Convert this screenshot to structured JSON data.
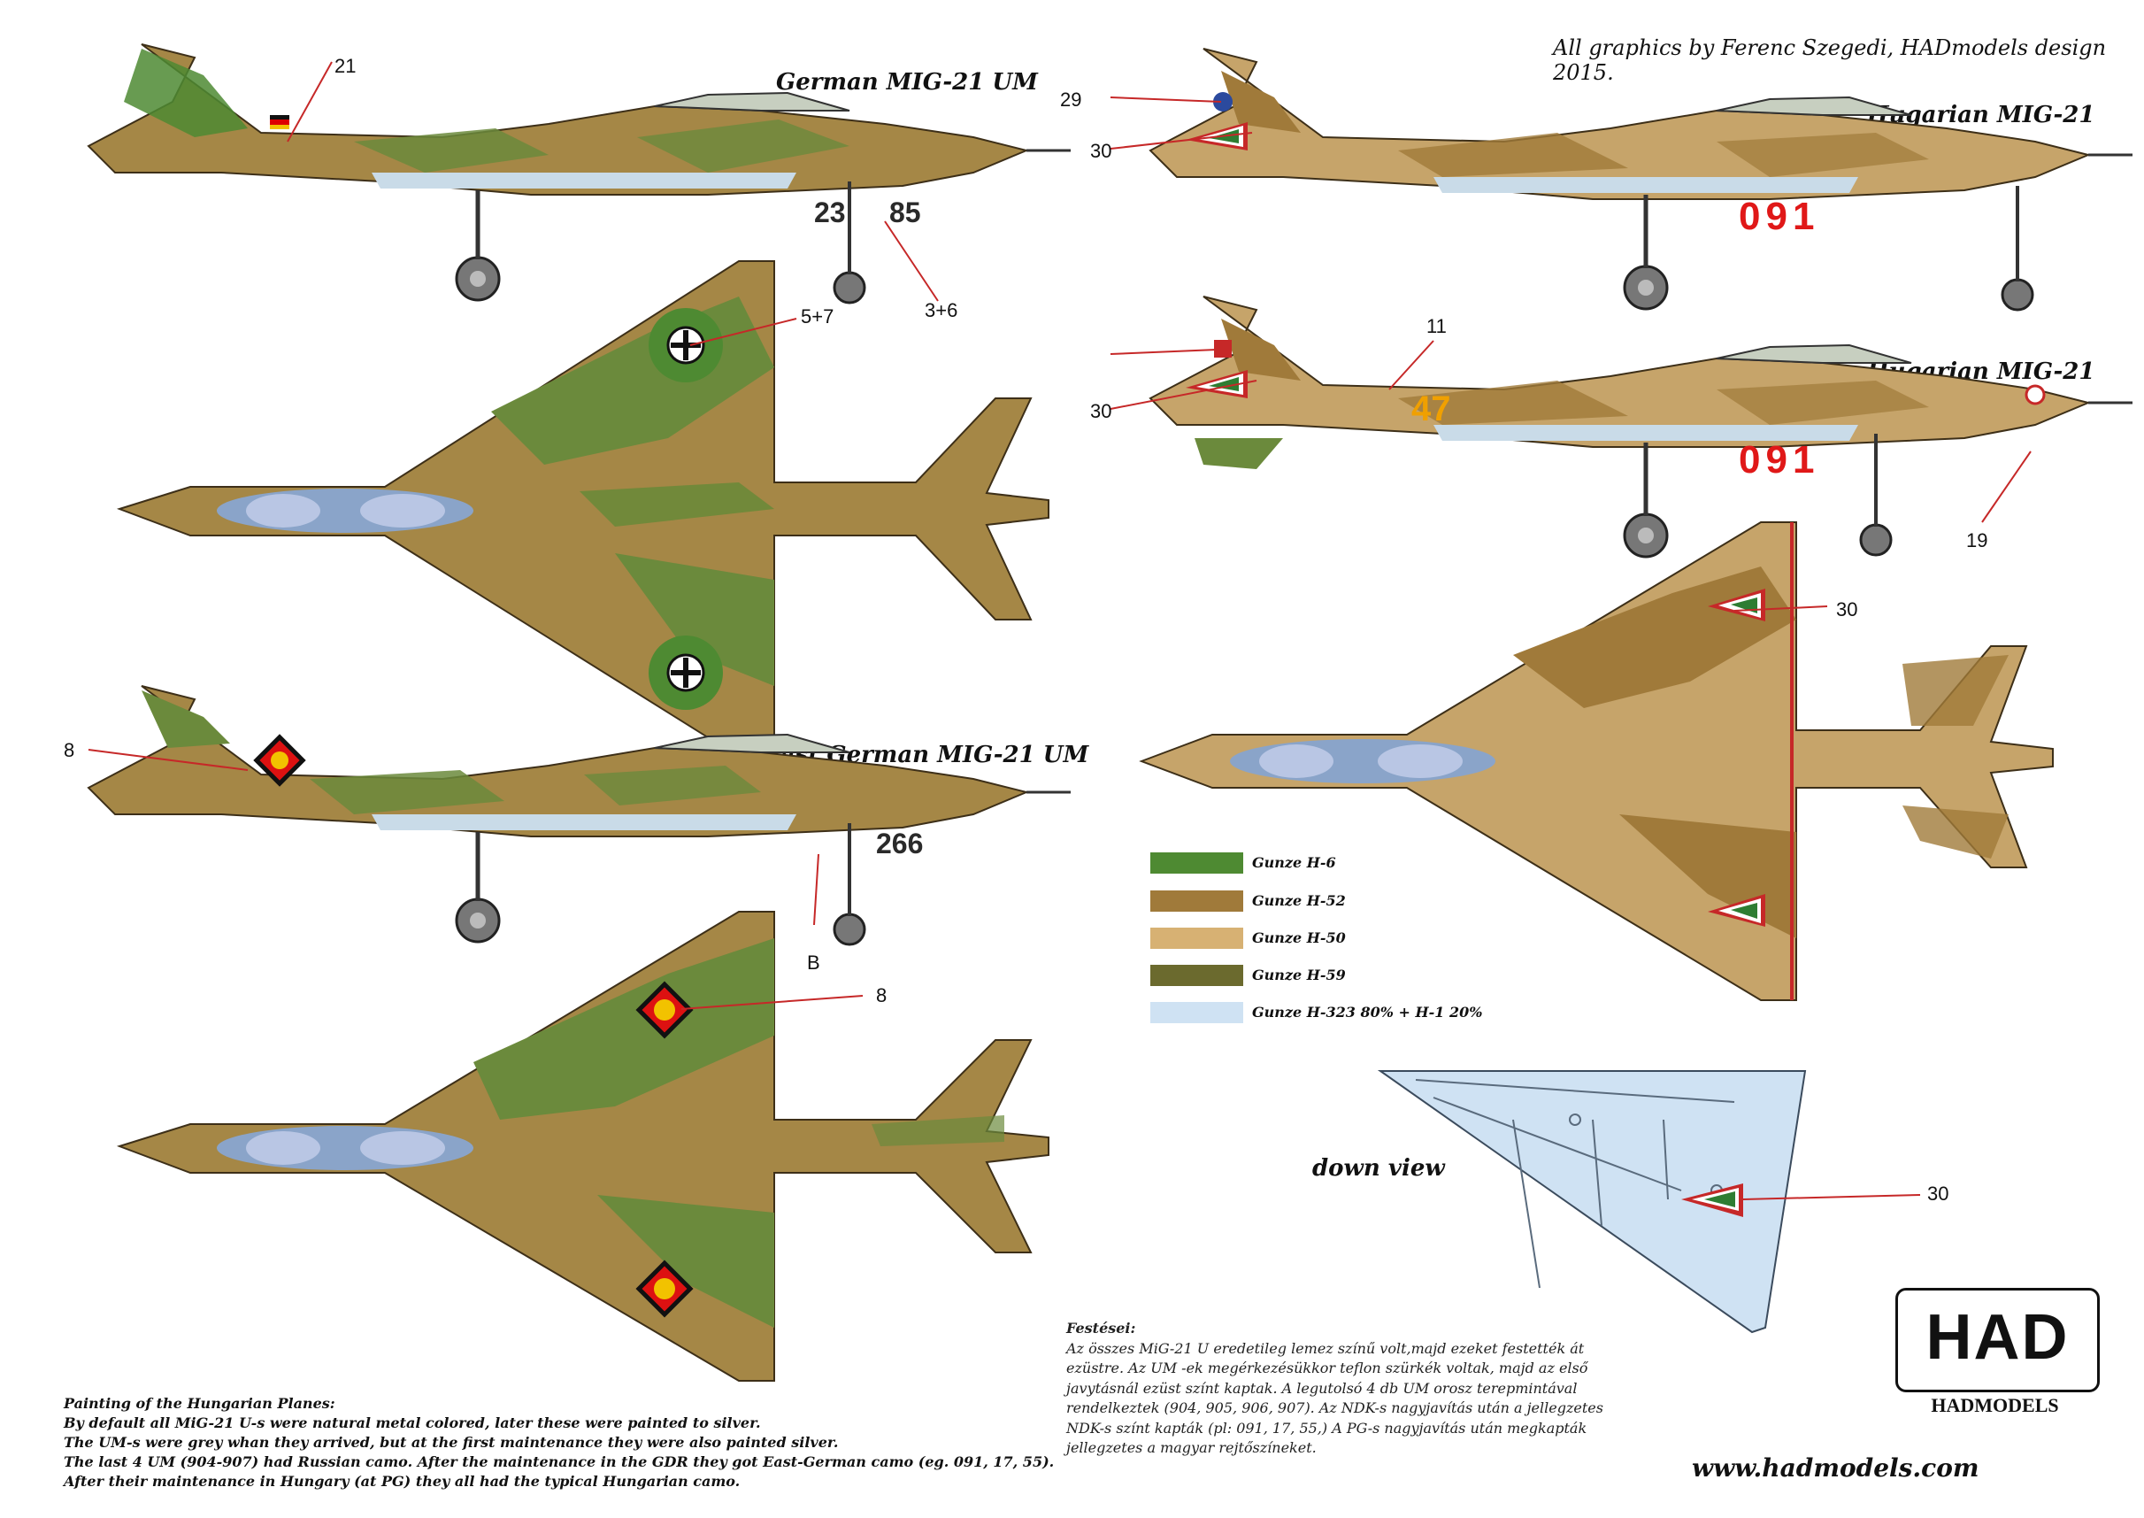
{
  "credit": "All graphics by Ferenc Szegedi, HADmodels design 2015.",
  "titles": {
    "german": "German MIG-21 UM",
    "east_german": "East German MIG-21 UM",
    "hungarian_1": "Hugarian MIG-21 UM",
    "hungarian_2": "Hugarian MIG-21 UM",
    "down_view": "down view"
  },
  "aircraft_markings": {
    "german_serial_left": "23",
    "german_serial_right": "85",
    "east_german_serial": "266",
    "hungarian_serial": "091",
    "hungarian_tail_number": "47"
  },
  "callouts": {
    "c21": "21",
    "c3_6": "3+6",
    "c5_7": "5+7",
    "c8a": "8",
    "cB": "B",
    "c8b": "8",
    "c29": "29",
    "c30a": "30",
    "c11": "11",
    "c30b": "30",
    "c19": "19",
    "c30c": "30",
    "c30d": "30"
  },
  "colors": [
    {
      "label": "Gunze H-6",
      "hex": "#4e8a32"
    },
    {
      "label": "Gunze H-52",
      "hex": "#a07a3a"
    },
    {
      "label": "Gunze H-50",
      "hex": "#d7b173"
    },
    {
      "label": "Gunze H-59",
      "hex": "#6b6a2e"
    },
    {
      "label": "Gunze H-323 80% + H-1 20%",
      "hex": "#cfe2f3"
    }
  ],
  "notes_en": {
    "heading": "Painting of the Hungarian Planes:",
    "lines": [
      "By default all MiG-21 U-s were natural metal colored, later these were painted to silver.",
      "The UM-s were grey whan they arrived, but at the first maintenance they were also painted silver.",
      "The last 4 UM (904-907) had Russian camo. After the maintenance in the GDR they got East-German camo (eg. 091, 17, 55).",
      "After their maintenance in Hungary (at PG) they all had the typical Hungarian camo."
    ]
  },
  "notes_hu": {
    "heading": "Festései:",
    "lines": [
      "Az összes MiG-21 U eredetileg lemez színű volt,majd ezeket festették át",
      "ezüstre. Az UM -ek megérkezésükkor teflon szürkék voltak, majd az első",
      "javytásnál ezüst színt kaptak. A legutolsó 4 db UM orosz terepmintával",
      "rendelkeztek (904, 905, 906, 907). Az NDK-s nagyjavítás után a jellegzetes",
      "NDK-s színt kapták (pl: 091, 17, 55,) A PG-s nagyjavítás után megkapták",
      "jellegzetes  a magyar rejtőszíneket."
    ]
  },
  "logo": {
    "text": "HAD",
    "subtitle": "HADMODELS"
  },
  "website": "www.hadmodels.com"
}
